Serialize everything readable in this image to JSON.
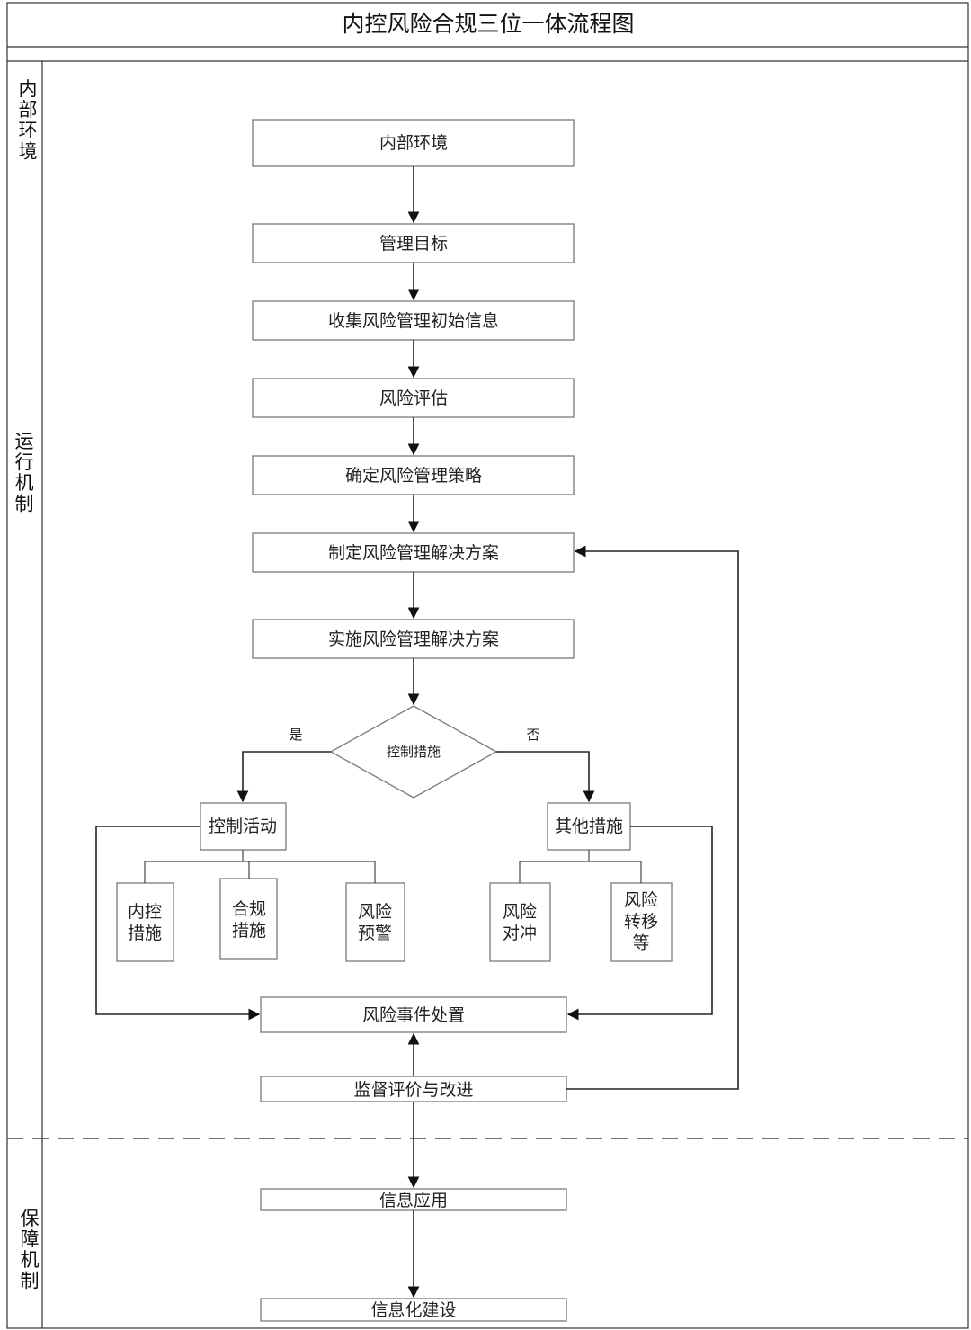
{
  "title": "内控风险合规三位一体流程图",
  "lanes": {
    "internal_env": "内部环境",
    "operation": "运行机制",
    "support": "保障机制"
  },
  "nodes": {
    "internal_env": "内部环境",
    "mgmt_goal": "管理目标",
    "collect_info": "收集风险管理初始信息",
    "risk_assess": "风险评估",
    "strategy": "确定风险管理策略",
    "plan": "制定风险管理解决方案",
    "implement": "实施风险管理解决方案",
    "decision": "控制措施",
    "control_activity": "控制活动",
    "other_measures": "其他措施",
    "internal_control": "内控措施",
    "compliance": "合规措施",
    "risk_warning": "风险预警",
    "risk_hedge": "风险对冲",
    "risk_transfer": "风险转移等",
    "event_handling": "风险事件处置",
    "supervision": "监督评价与改进",
    "info_app": "信息应用",
    "info_build": "信息化建设"
  },
  "edge_labels": {
    "yes": "是",
    "no": "否"
  }
}
